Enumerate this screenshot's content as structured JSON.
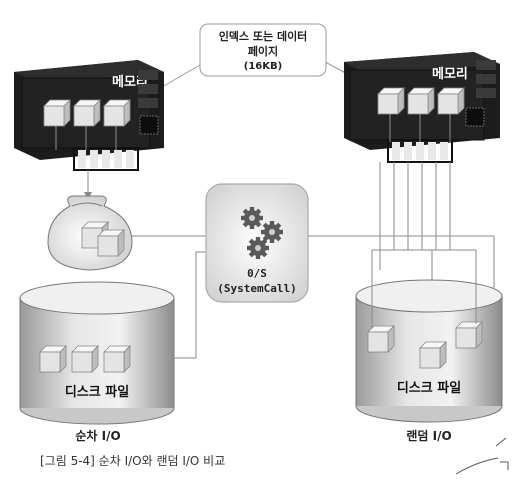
{
  "callout": {
    "line1": "인덱스 또는 데이터",
    "line2": "페이지",
    "line3": "(16KB)"
  },
  "memory_left": {
    "label": "메모리"
  },
  "memory_right": {
    "label": "메모리"
  },
  "os_box": {
    "line1": "0/S",
    "line2": "(SystemCall)"
  },
  "disk_left": {
    "label": "디스크 파일",
    "caption": "순차 I/O"
  },
  "disk_right": {
    "label": "디스크 파일",
    "caption": "랜덤 I/O"
  },
  "figure_caption": "[그림 5-4] 순차 I/O와 랜덤 I/O 비교",
  "colors": {
    "board": "#1c1c1c",
    "cube": "#e8e8e8",
    "gear": "#555555",
    "disk": "#d9d9d9",
    "line": "#8a8a8a"
  }
}
